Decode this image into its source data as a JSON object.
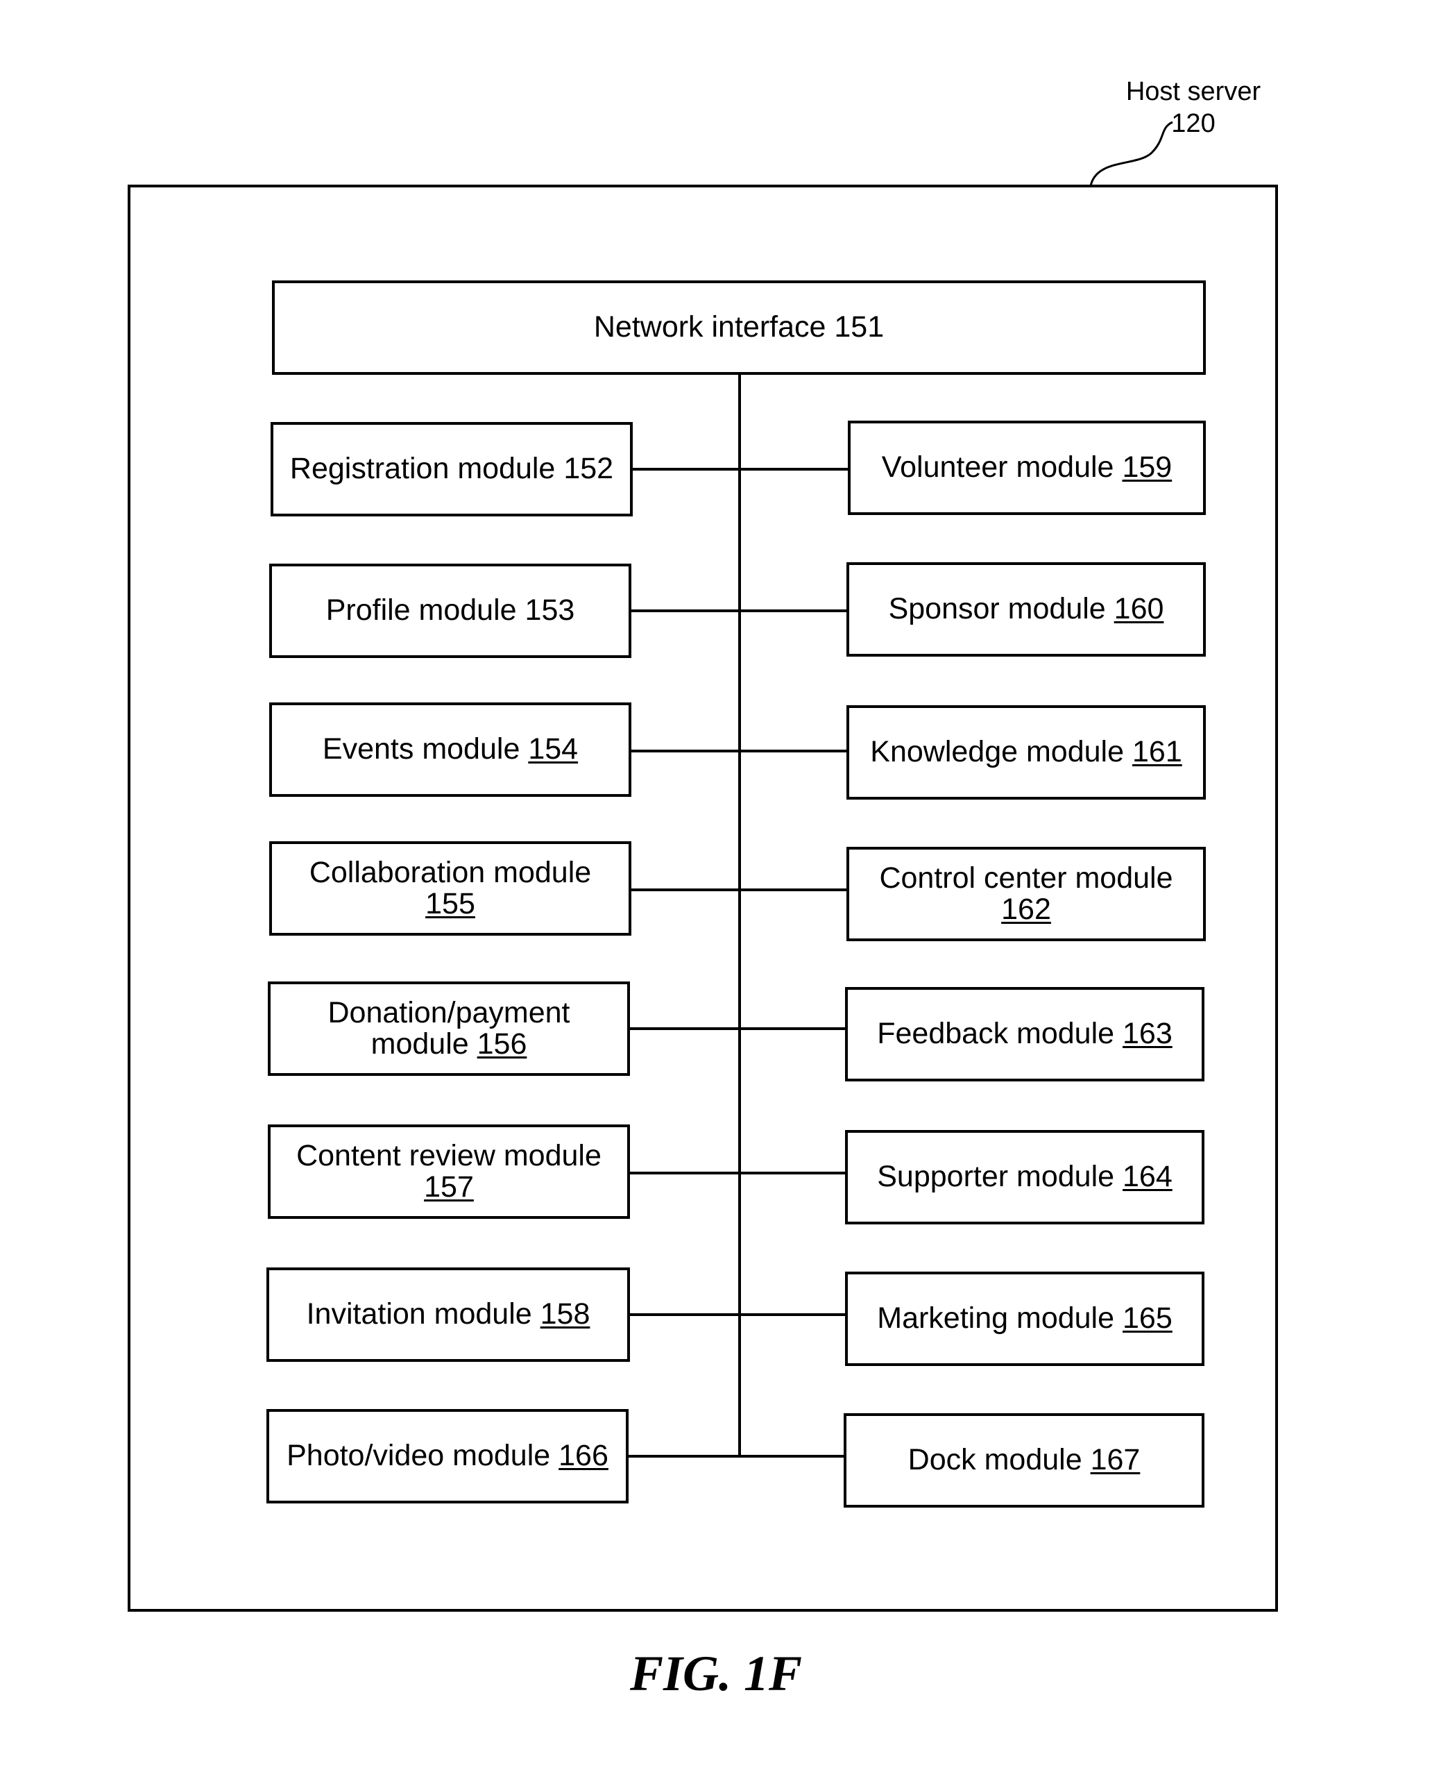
{
  "host": {
    "name": "Host server",
    "number": "120"
  },
  "network": {
    "label": "Network interface 151"
  },
  "left_modules": [
    {
      "label": "Registration module",
      "number": "152",
      "underline": false,
      "break": false
    },
    {
      "label": "Profile module",
      "number": "153",
      "underline": false,
      "break": false
    },
    {
      "label": "Events module",
      "number": "154",
      "underline": true,
      "break": false
    },
    {
      "label": "Collaboration module",
      "number": "155",
      "underline": true,
      "break": true
    },
    {
      "label": "Donation/payment module",
      "number": "156",
      "underline": true,
      "break": false
    },
    {
      "label": "Content review module",
      "number": "157",
      "underline": true,
      "break": true
    },
    {
      "label": "Invitation module",
      "number": "158",
      "underline": true,
      "break": false
    },
    {
      "label": "Photo/video module",
      "number": "166",
      "underline": true,
      "break": false
    }
  ],
  "right_modules": [
    {
      "label": "Volunteer module",
      "number": "159",
      "underline": true,
      "break": false
    },
    {
      "label": "Sponsor module",
      "number": "160",
      "underline": true,
      "break": false
    },
    {
      "label": "Knowledge module",
      "number": "161",
      "underline": true,
      "break": false
    },
    {
      "label": "Control center module",
      "number": "162",
      "underline": true,
      "break": true
    },
    {
      "label": "Feedback module",
      "number": "163",
      "underline": true,
      "break": false
    },
    {
      "label": "Supporter module",
      "number": "164",
      "underline": true,
      "break": false
    },
    {
      "label": "Marketing module",
      "number": "165",
      "underline": true,
      "break": false
    },
    {
      "label": "Dock module",
      "number": "167",
      "underline": true,
      "break": false
    }
  ],
  "caption": "FIG. 1F"
}
